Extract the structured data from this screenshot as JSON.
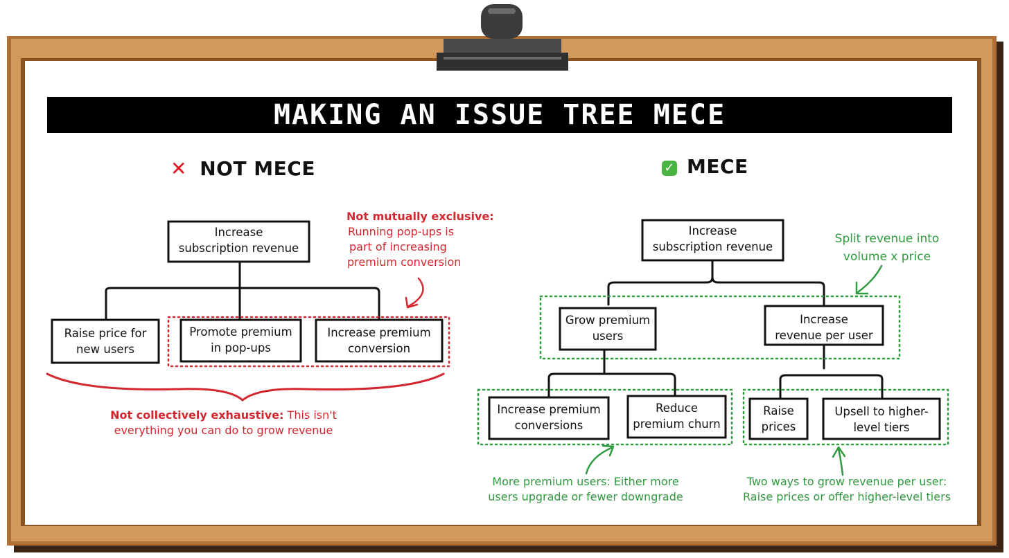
{
  "title": "MAKING AN ISSUE TREE MECE",
  "left": {
    "heading_mark": "✕",
    "heading": "NOT MECE",
    "root": [
      "Increase",
      "subscription revenue"
    ],
    "children": [
      [
        "Raise price for",
        "new users"
      ],
      [
        "Promote premium",
        "in pop-ups"
      ],
      [
        "Increase premium",
        "conversion"
      ]
    ],
    "note_me_title": "Not mutually exclusive:",
    "note_me_lines": [
      "Running pop-ups is",
      "part of increasing",
      "premium conversion"
    ],
    "note_ce_title": "Not collectively exhaustive:",
    "note_ce_line1": "This isn't",
    "note_ce_line2": "everything you can do to grow revenue"
  },
  "right": {
    "heading_mark": "✓",
    "heading": "MECE",
    "root": [
      "Increase",
      "subscription revenue"
    ],
    "level1": [
      [
        "Grow premium",
        "users"
      ],
      [
        "Increase",
        "revenue per user"
      ]
    ],
    "level2": [
      [
        "Increase premium",
        "conversions"
      ],
      [
        "Reduce",
        "premium churn"
      ],
      [
        "Raise",
        "prices"
      ],
      [
        "Upsell to higher-",
        "level tiers"
      ]
    ],
    "note_split": [
      "Split revenue into",
      "volume x price"
    ],
    "note_users": [
      "More premium users: Either more",
      "users upgrade or fewer downgrade"
    ],
    "note_rpu": [
      "Two ways to grow revenue per user:",
      "Raise prices or offer higher-level tiers"
    ]
  },
  "colors": {
    "frame": "#c58a4a",
    "frame_dark": "#8a5322",
    "title_bar": "#000000",
    "red": "#d3272f",
    "green": "#2f9a3f"
  }
}
